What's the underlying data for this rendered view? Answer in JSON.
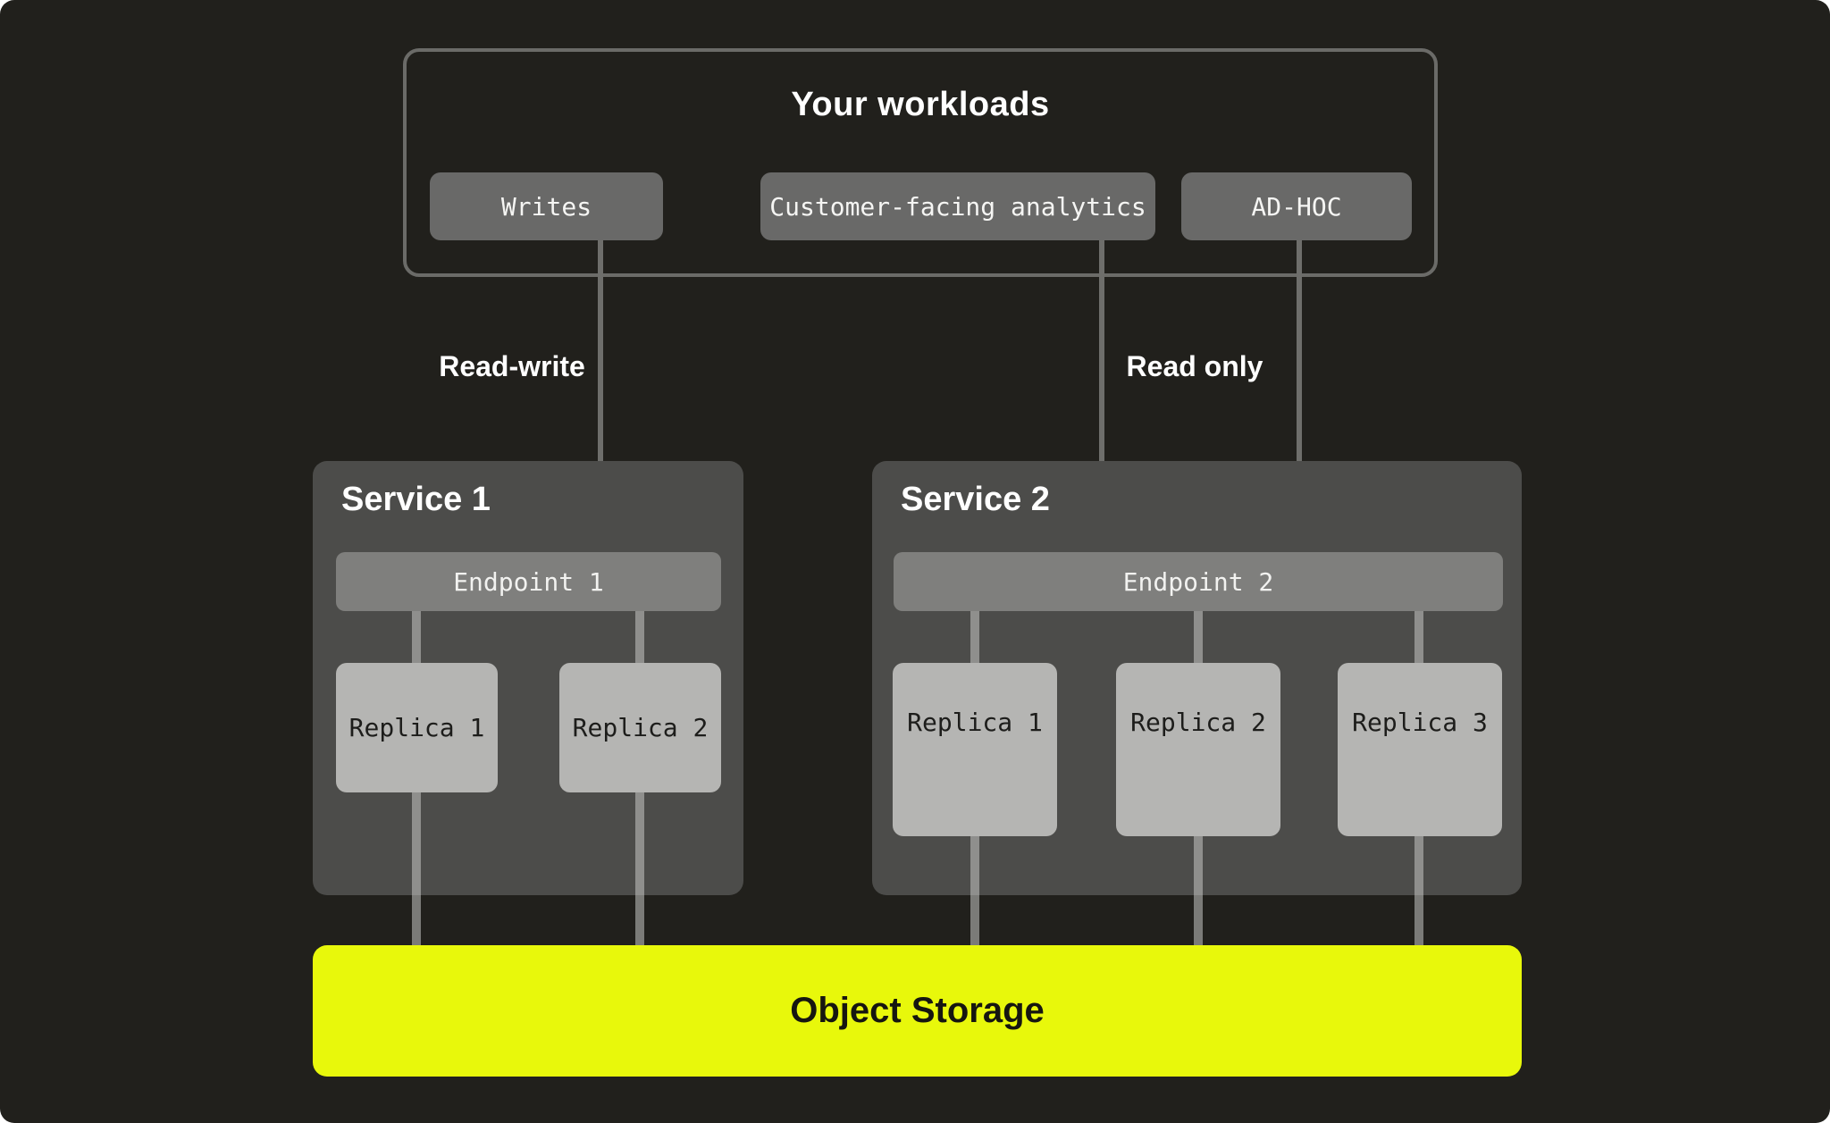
{
  "workloads": {
    "title": "Your workloads",
    "chips": [
      {
        "label": "Writes"
      },
      {
        "label": "Customer-facing analytics"
      },
      {
        "label": "AD-HOC"
      }
    ]
  },
  "flows": {
    "read_write": "Read-write",
    "read_only": "Read only"
  },
  "services": [
    {
      "title": "Service 1",
      "endpoint": "Endpoint 1",
      "replicas": [
        "Replica 1",
        "Replica 2"
      ]
    },
    {
      "title": "Service 2",
      "endpoint": "Endpoint 2",
      "replicas": [
        "Replica 1",
        "Replica 2",
        "Replica 3"
      ]
    }
  ],
  "storage": {
    "label": "Object Storage"
  },
  "colors": {
    "background": "#21201c",
    "panel": "#4c4c4a",
    "chip": "#696968",
    "endpoint": "#7f7f7d",
    "replica": "#b5b5b3",
    "connector": "#8f8f8d",
    "arrow": "#6e6e6b",
    "storage_yellow": "#e8f80b",
    "text_light": "#ffffff",
    "text_dark": "#1d1d1b"
  }
}
